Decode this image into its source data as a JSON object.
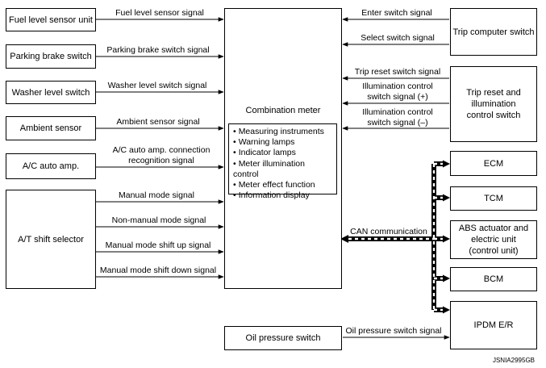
{
  "left_inputs": [
    {
      "name": "Fuel level sensor unit",
      "signal": "Fuel level sensor signal"
    },
    {
      "name": "Parking brake switch",
      "signal": "Parking brake switch signal"
    },
    {
      "name": "Washer level switch",
      "signal": "Washer level switch signal"
    },
    {
      "name": "Ambient sensor",
      "signal": "Ambient sensor signal"
    },
    {
      "name": "A/C auto amp.",
      "signal": "A/C auto amp. connection\nrecognition signal"
    }
  ],
  "shift_selector": {
    "name": "A/T shift selector",
    "signals": [
      "Manual mode signal",
      "Non-manual mode signal",
      "Manual mode shift up signal",
      "Manual mode shift down signal"
    ]
  },
  "meter": {
    "title": "Combination meter",
    "functions": [
      "Measuring instruments",
      "Warning lamps",
      "Indicator lamps",
      "Meter illumination control",
      "Meter effect function",
      "Information display"
    ]
  },
  "trip_computer": {
    "name": "Trip computer switch",
    "signals": [
      "Enter switch signal",
      "Select switch signal"
    ]
  },
  "trip_reset": {
    "name": "Trip reset and\nillumination\ncontrol switch",
    "signals": [
      "Trip reset switch signal",
      "Illumination control\nswitch signal (+)",
      "Illumination control\nswitch signal (–)"
    ]
  },
  "can": {
    "label": "CAN communication",
    "units": [
      "ECM",
      "TCM",
      "ABS actuator and\nelectric unit\n(control unit)",
      "BCM",
      "IPDM E/R"
    ]
  },
  "oil": {
    "name": "Oil pressure switch",
    "signal": "Oil pressure switch signal"
  },
  "figure_code": "JSNIA2995GB"
}
